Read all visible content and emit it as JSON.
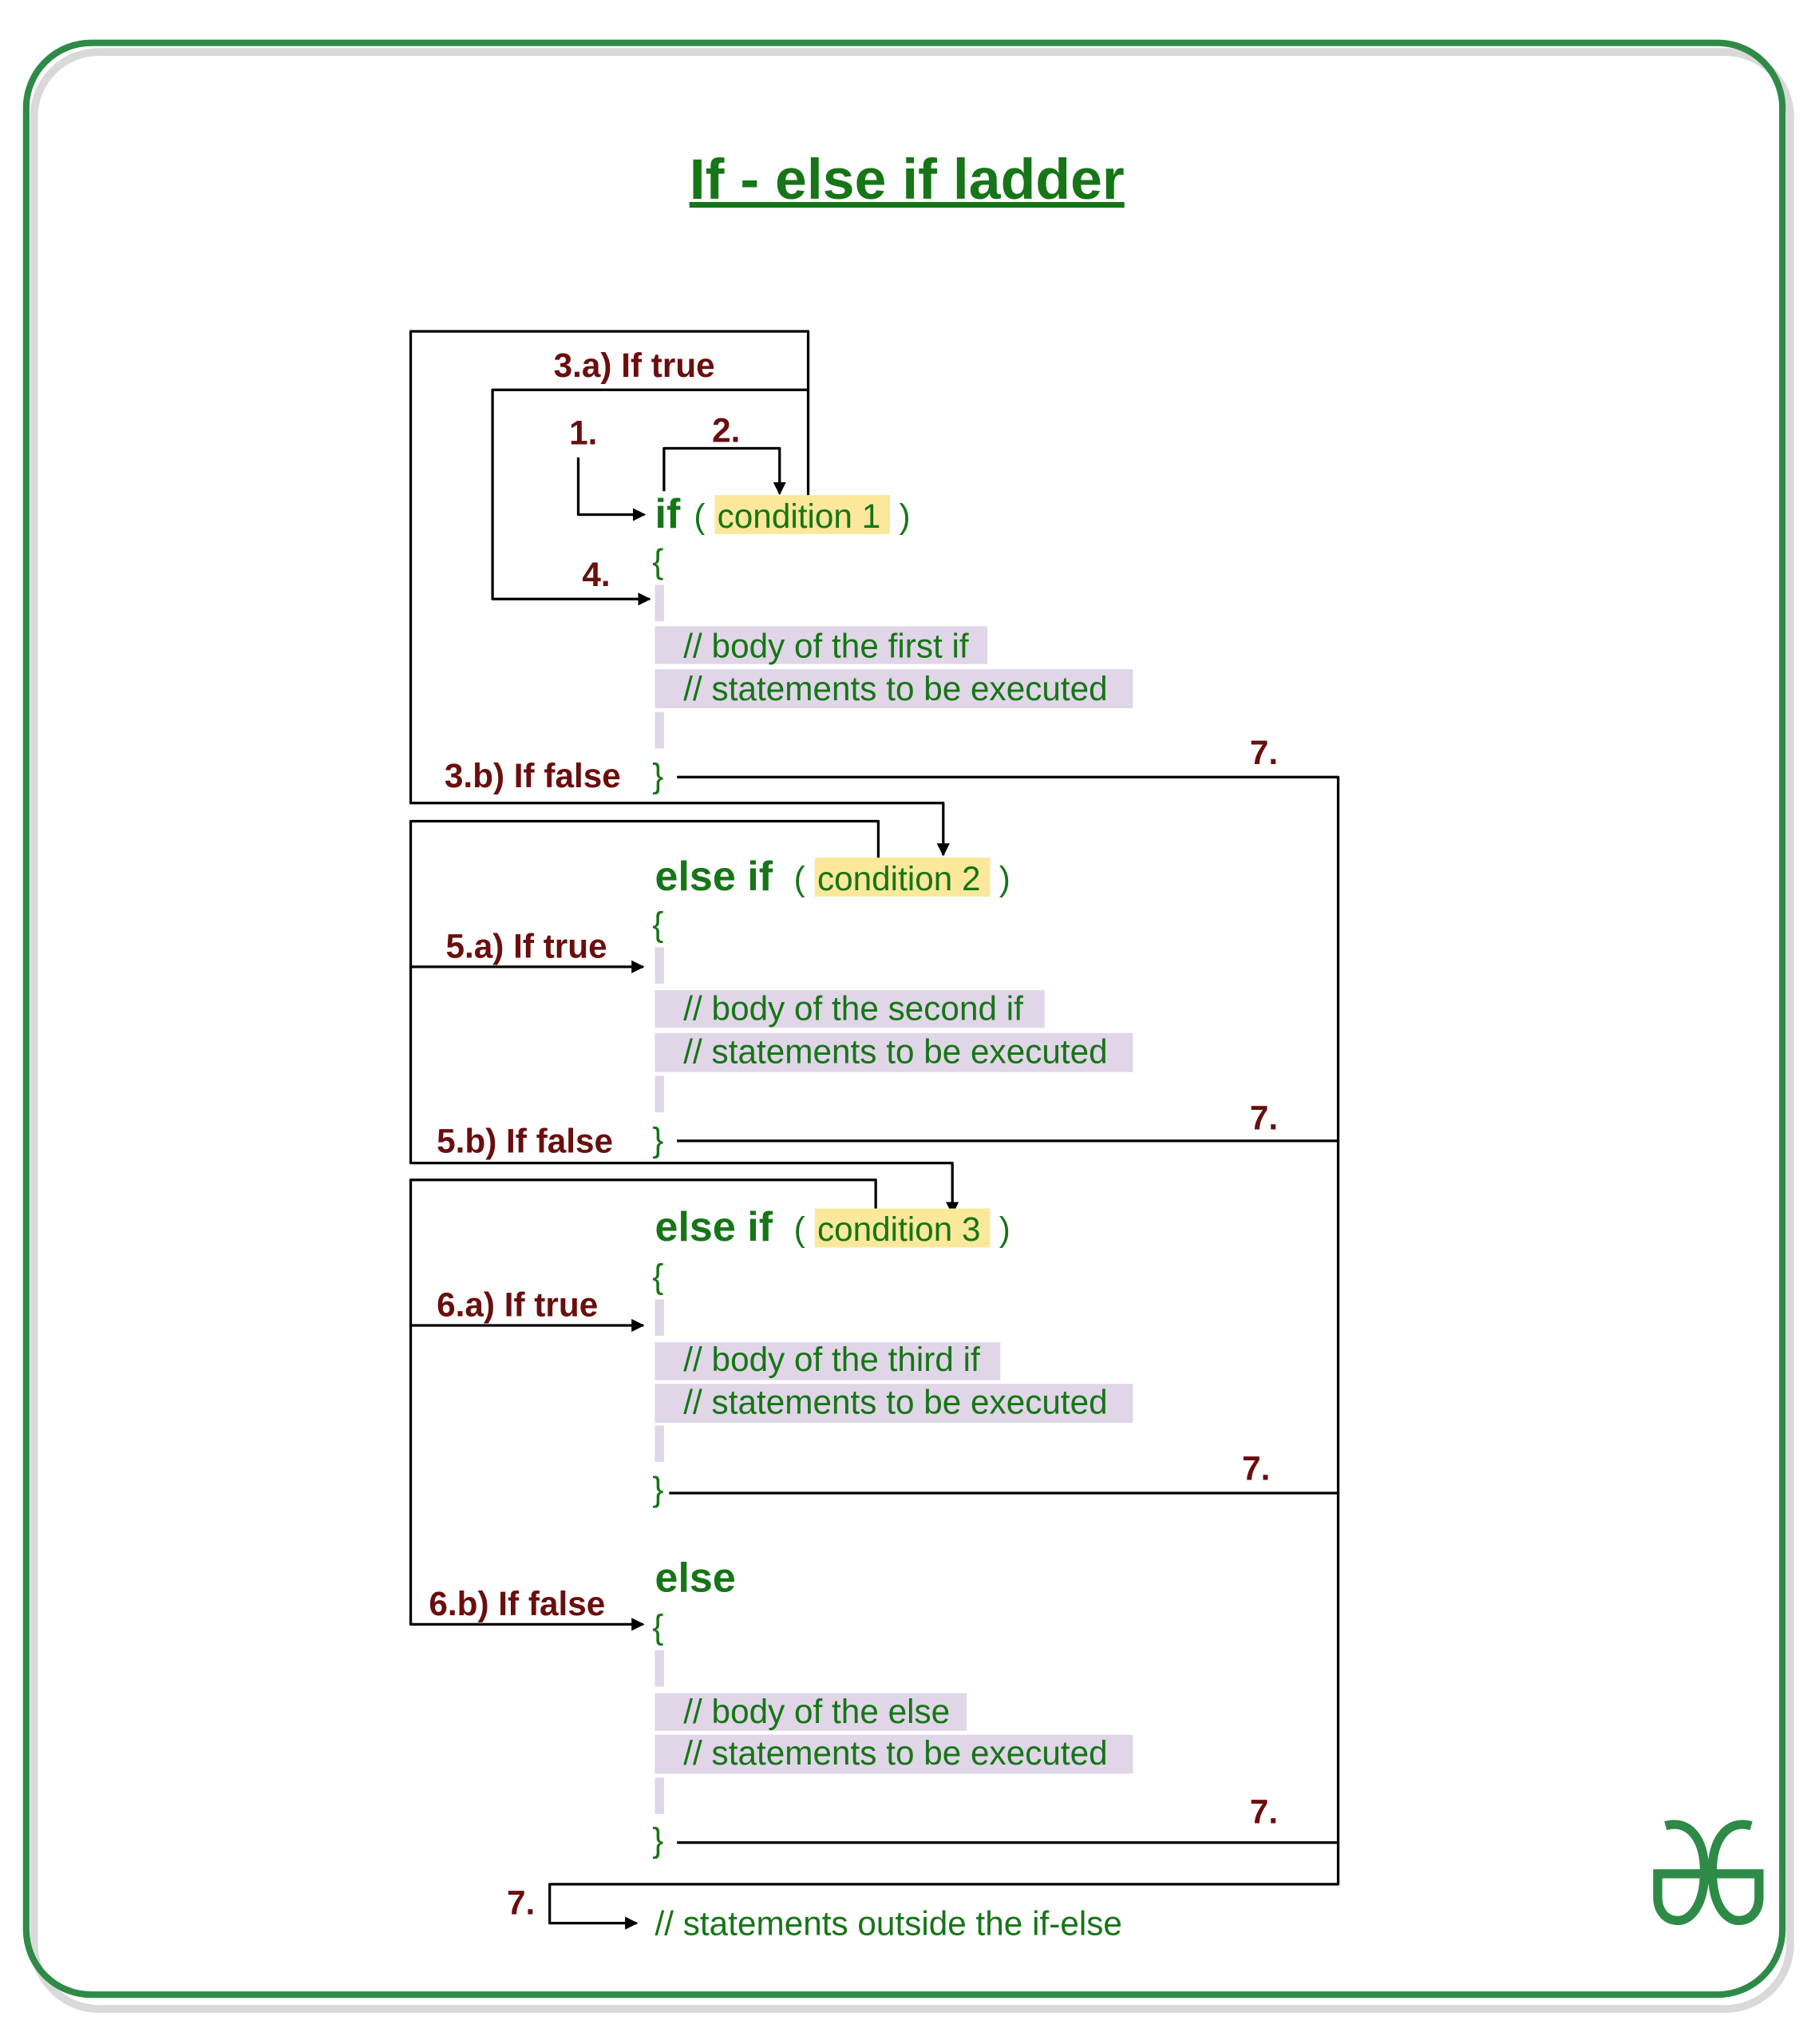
{
  "title": "If - else if ladder",
  "blocks": [
    {
      "keyword": "if",
      "open_paren": "(",
      "condition": "condition 1",
      "close_paren": ")",
      "open_brace": "{",
      "body": "// body of the first if",
      "statements": "// statements to be executed",
      "close_brace": "}"
    },
    {
      "keyword": "else if",
      "open_paren": "(",
      "condition": "condition 2",
      "close_paren": ")",
      "open_brace": "{",
      "body": "// body of the second if",
      "statements": "// statements to be executed",
      "close_brace": "}"
    },
    {
      "keyword": "else if",
      "open_paren": "(",
      "condition": "condition 3",
      "close_paren": ")",
      "open_brace": "{",
      "body": "// body of the third if",
      "statements": "// statements to be executed",
      "close_brace": "}"
    },
    {
      "keyword": "else",
      "open_brace": "{",
      "body": "// body of the else",
      "statements": "// statements to be executed",
      "close_brace": "}"
    }
  ],
  "outside": "// statements outside the if-else",
  "labels": {
    "s1": "1.",
    "s2": "2.",
    "s3a": "3.a) If true",
    "s3b": "3.b) If false",
    "s4": "4.",
    "s5a": "5.a) If true",
    "s5b": "5.b) If false",
    "s6a": "6.a) If true",
    "s6b": "6.b) If false",
    "s7": "7."
  },
  "logo": "GfG",
  "colors": {
    "green": "#167516",
    "maroon": "#6a0e0e",
    "highlight": "#fce89a",
    "body": "#e0d6e8",
    "frame": "#2e8b47"
  }
}
